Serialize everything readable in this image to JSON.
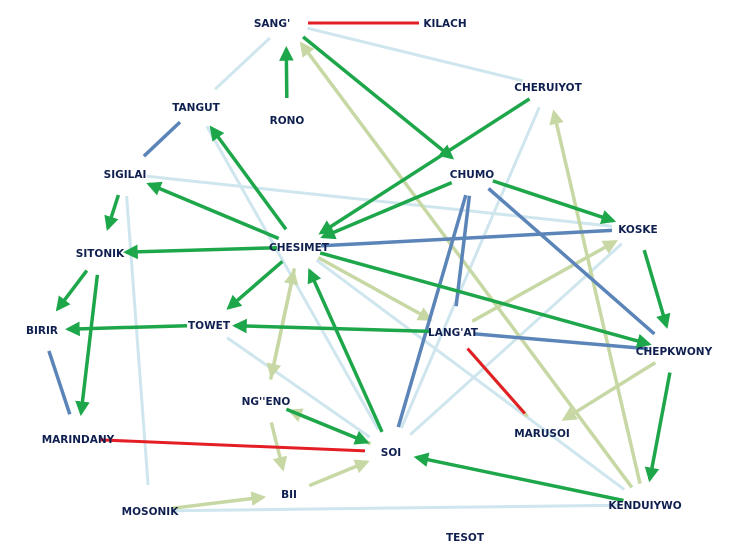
{
  "colors": {
    "background": "#ffffff",
    "label": "#0f1f4f",
    "green": "#1ea64a",
    "olive": "#c7d8a4",
    "lightblue": "#cfe6ee",
    "blue": "#5b84b8",
    "red": "#e31e24"
  },
  "nodes": {
    "sang": {
      "label": "SANG'"
    },
    "kilach": {
      "label": "KILACH"
    },
    "tangut": {
      "label": "TANGUT"
    },
    "rono": {
      "label": "RONO"
    },
    "cheruiyot": {
      "label": "CHERUIYOT"
    },
    "sigilai": {
      "label": "SIGILAI"
    },
    "chumo": {
      "label": "CHUMO"
    },
    "koske": {
      "label": "KOSKE"
    },
    "chesimet": {
      "label": "CHESIMET"
    },
    "sitonik": {
      "label": "SITONIK"
    },
    "birir": {
      "label": "BIRIR"
    },
    "towet": {
      "label": "TOWET"
    },
    "langat": {
      "label": "LANG'AT"
    },
    "chepkwony": {
      "label": "CHEPKWONY"
    },
    "ngeno": {
      "label": "NG''ENO"
    },
    "marindany": {
      "label": "MARINDANY"
    },
    "soi": {
      "label": "SOI"
    },
    "marusoi": {
      "label": "MARUSOI"
    },
    "bii": {
      "label": "BII"
    },
    "mosonik": {
      "label": "MOSONIK"
    },
    "kenduiywo": {
      "label": "KENDUIYWO"
    },
    "tesot": {
      "label": "TESOT"
    }
  },
  "edges": [
    {
      "from": "sang",
      "to": "kilach",
      "color": "red",
      "arrow": false
    },
    {
      "from": "rono",
      "to": "sang",
      "color": "green",
      "arrow": true
    },
    {
      "from": "sang",
      "to": "chumo",
      "color": "green",
      "arrow": true
    },
    {
      "from": "cheruiyot",
      "to": "chesimet",
      "color": "green",
      "arrow": true
    },
    {
      "from": "chumo",
      "to": "chesimet",
      "color": "green",
      "arrow": true
    },
    {
      "from": "chesimet",
      "to": "tangut",
      "color": "green",
      "arrow": true
    },
    {
      "from": "chesimet",
      "to": "sigilai",
      "color": "green",
      "arrow": true
    },
    {
      "from": "chesimet",
      "to": "sitonik",
      "color": "green",
      "arrow": true
    },
    {
      "from": "chesimet",
      "to": "towet",
      "color": "green",
      "arrow": true
    },
    {
      "from": "chesimet",
      "to": "chepkwony",
      "color": "green",
      "arrow": true
    },
    {
      "from": "sigilai",
      "to": "sitonik",
      "color": "green",
      "arrow": true
    },
    {
      "from": "sitonik",
      "to": "birir",
      "color": "green",
      "arrow": true
    },
    {
      "from": "sitonik",
      "to": "marindany",
      "color": "green",
      "arrow": true
    },
    {
      "from": "towet",
      "to": "birir",
      "color": "green",
      "arrow": true
    },
    {
      "from": "langat",
      "to": "towet",
      "color": "green",
      "arrow": true
    },
    {
      "from": "chumo",
      "to": "koske",
      "color": "green",
      "arrow": true
    },
    {
      "from": "koske",
      "to": "chepkwony",
      "color": "green",
      "arrow": true
    },
    {
      "from": "chepkwony",
      "to": "kenduiywo",
      "color": "green",
      "arrow": true
    },
    {
      "from": "kenduiywo",
      "to": "soi",
      "color": "green",
      "arrow": true
    },
    {
      "from": "soi",
      "to": "chesimet",
      "color": "green",
      "arrow": true
    },
    {
      "from": "ngeno",
      "to": "soi",
      "color": "green",
      "arrow": true
    },
    {
      "from": "chesimet",
      "to": "koske",
      "color": "blue",
      "arrow": false
    },
    {
      "from": "chumo",
      "to": "chepkwony",
      "color": "blue",
      "arrow": false
    },
    {
      "from": "chumo",
      "to": "langat",
      "color": "blue",
      "arrow": false
    },
    {
      "from": "chumo",
      "to": "soi",
      "color": "blue",
      "arrow": false
    },
    {
      "from": "langat",
      "to": "chepkwony",
      "color": "blue",
      "arrow": false
    },
    {
      "from": "tangut",
      "to": "sigilai",
      "color": "blue",
      "arrow": false
    },
    {
      "from": "birir",
      "to": "marindany",
      "color": "blue",
      "arrow": false
    },
    {
      "from": "marindany",
      "to": "soi",
      "color": "red",
      "arrow": false
    },
    {
      "from": "langat",
      "to": "marusoi",
      "color": "red",
      "arrow": false
    },
    {
      "from": "kenduiywo",
      "to": "sang",
      "color": "olive",
      "arrow": true
    },
    {
      "from": "kenduiywo",
      "to": "cheruiyot",
      "color": "olive",
      "arrow": true
    },
    {
      "from": "chesimet",
      "to": "langat",
      "color": "olive",
      "arrow": true
    },
    {
      "from": "langat",
      "to": "koske",
      "color": "olive",
      "arrow": true
    },
    {
      "from": "chepkwony",
      "to": "marusoi",
      "color": "olive",
      "arrow": true
    },
    {
      "from": "chesimet",
      "to": "ngeno",
      "color": "olive",
      "arrow": true
    },
    {
      "from": "ngeno",
      "to": "chesimet",
      "color": "olive",
      "arrow": true
    },
    {
      "from": "soi",
      "to": "ngeno",
      "color": "olive",
      "arrow": true
    },
    {
      "from": "ngeno",
      "to": "bii",
      "color": "olive",
      "arrow": true
    },
    {
      "from": "mosonik",
      "to": "bii",
      "color": "olive",
      "arrow": true
    },
    {
      "from": "bii",
      "to": "soi",
      "color": "olive",
      "arrow": true
    },
    {
      "from": "marusoi",
      "to": "langat",
      "color": "olive",
      "arrow": false
    },
    {
      "from": "sang",
      "to": "cheruiyot",
      "color": "lightblue",
      "arrow": false
    },
    {
      "from": "sang",
      "to": "tangut",
      "color": "lightblue",
      "arrow": false
    },
    {
      "from": "tangut",
      "to": "soi",
      "color": "lightblue",
      "arrow": false
    },
    {
      "from": "sigilai",
      "to": "mosonik",
      "color": "lightblue",
      "arrow": false
    },
    {
      "from": "towet",
      "to": "soi",
      "color": "lightblue",
      "arrow": false
    },
    {
      "from": "mosonik",
      "to": "kenduiywo",
      "color": "lightblue",
      "arrow": false
    },
    {
      "from": "chesimet",
      "to": "kenduiywo",
      "color": "lightblue",
      "arrow": false
    },
    {
      "from": "koske",
      "to": "soi",
      "color": "lightblue",
      "arrow": false
    },
    {
      "from": "sigilai",
      "to": "koske",
      "color": "lightblue",
      "arrow": false
    },
    {
      "from": "cheruiyot",
      "to": "soi",
      "color": "lightblue",
      "arrow": false
    }
  ]
}
